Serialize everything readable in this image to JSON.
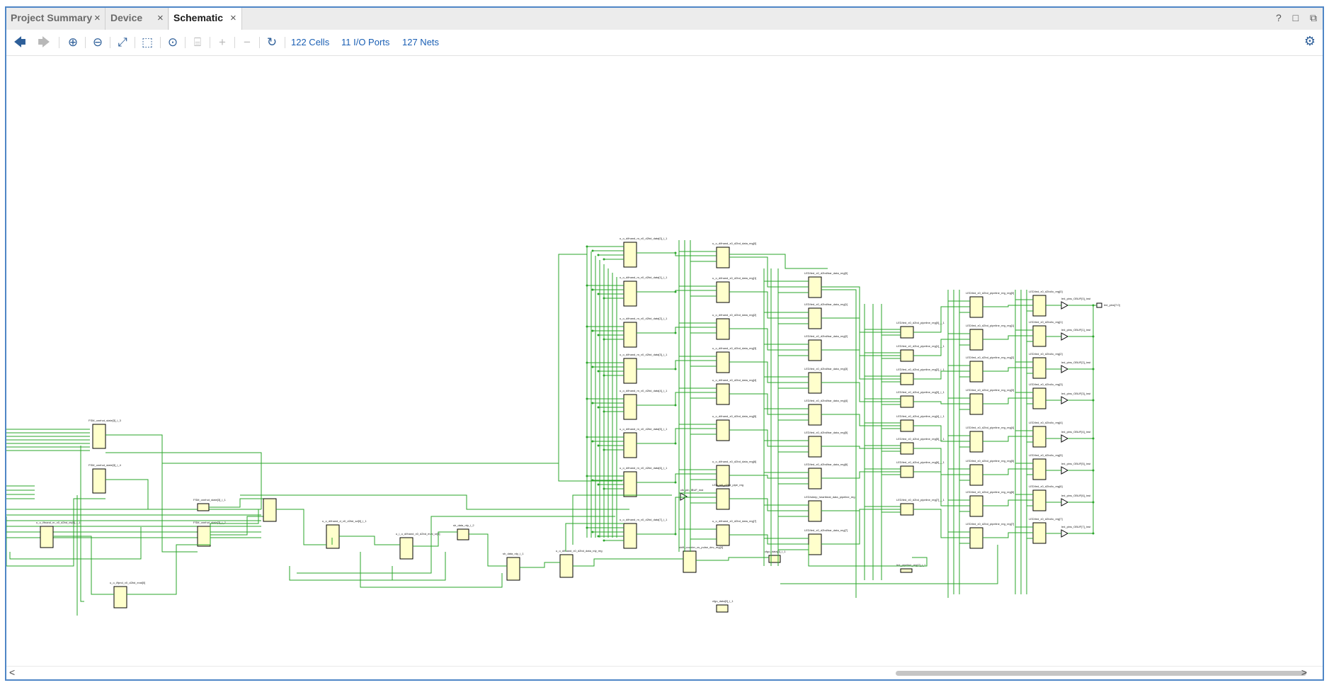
{
  "tabs": [
    {
      "label": "Project Summary",
      "close": "×"
    },
    {
      "label": "Device",
      "close": "×"
    },
    {
      "label": "Schematic",
      "close": "×"
    }
  ],
  "window_controls": [
    "?",
    "□",
    "⧉"
  ],
  "toolbar": {
    "buttons": [
      {
        "name": "back-icon",
        "glyph": "🡄"
      },
      {
        "name": "forward-icon",
        "glyph": "🡆"
      },
      {
        "name": "zoom-in-icon",
        "glyph": "⊕"
      },
      {
        "name": "zoom-out-icon",
        "glyph": "⊖"
      },
      {
        "name": "fit-view-icon",
        "glyph": "⤢"
      },
      {
        "name": "zoom-area-icon",
        "glyph": "⬚"
      },
      {
        "name": "select-area-icon",
        "glyph": "⊙"
      },
      {
        "name": "expand-cell-icon",
        "glyph": "⌸"
      },
      {
        "name": "add-icon",
        "glyph": "+"
      },
      {
        "name": "remove-icon",
        "glyph": "−"
      },
      {
        "name": "refresh-icon",
        "glyph": "↻"
      }
    ],
    "cells_link": "122 Cells",
    "ports_link": "11 I/O Ports",
    "nets_link": "127 Nets",
    "settings_icon": "⚙"
  },
  "scrollbar": {
    "left": "<",
    "right": ">"
  },
  "schematic": {
    "wire_color": "#2aa52a",
    "cell_fill": "#ffffcc",
    "left_labels": [
      "FSM_onehot_state[3]_i_3",
      "FSM_onehot_state[3]_i_4",
      "FSM_onehot_state[3]_i_1",
      "FSM_onehot_state[3]_i_2",
      "u_o_i/fnand_m_x0_d2bd_dv[0]_i_1",
      "u_o_i/fpnd_x0_d2bd_eval[0]"
    ],
    "mid_labels": [
      "u_o_d/fnand_d_x0_d2bd_sd[0]_i_1",
      "u_i_o_d/fnand_x0_d2bd_eval_sr[0]",
      "sh_data_rdy_i_2",
      "sh_data_rdy_i_1",
      "u_o_d/fnand_x0_d2bd_data_rdy_reg",
      "shift_counter_cs_pulse_dev_reg[4]"
    ],
    "col1_labels": [
      "u_o_d/fnand_m_x0_d2bd_data[0]_i_1",
      "u_o_d/fnand_m_x0_d2bd_data[1]_i_1",
      "u_o_d/fnand_m_x0_d2bd_data[2]_i_1",
      "u_o_d/fnand_m_x0_d2bd_data[3]_i_1",
      "u_o_d/fnand_m_x0_d2bd_data[4]_i_1",
      "u_o_d/fnand_m_x0_d2bd_data[5]_i_1",
      "u_o_d/fnand_m_x0_d2bd_data[6]_i_1",
      "u_o_d/fnand_m_x0_d2bd_data[7]_i_1",
      "LED_sel_d2bd_data_rdy_reg",
      "clk_pin_IBUF_inst"
    ],
    "col2_labels": [
      "u_o_d/fnand_x0_d2bd_data_reg[0]",
      "u_o_d/fnand_x0_d2bd_data_reg[1]",
      "u_o_d/fnand_x0_d2bd_data_reg[2]",
      "u_o_d/fnand_x0_d2bd_data_reg[3]",
      "u_o_d/fnand_x0_d2bd_data_reg[4]",
      "u_o_d/fnand_x0_d2bd_data_reg[5]",
      "u_o_d/fnand_x0_d2bd_data_reg[6]",
      "LED_sel_d2bd_pipe_reg",
      "u_o_d/fnand_x0_d2bd_data_reg[7]",
      "cfgo_data[0]_i_1"
    ],
    "col3_labels": [
      "LED/led_x0_d2bd/bar_data_reg[0]",
      "LED/led_x0_d2bd/bar_data_reg[1]",
      "LED/led_x0_d2bd/bar_data_reg[2]",
      "LED/led_x0_d2bd/bar_data_reg[3]",
      "LED/led_x0_d2bd/bar_data_reg[4]",
      "LED/led_x0_d2bd/bar_data_reg[5]",
      "LED/led_x0_d2bd/bar_data_reg[6]",
      "LED/sleep_heartbeat_data_pipeline_reg",
      "LED/led_x0_d2bd/bar_data_reg[7]"
    ],
    "col4_labels": [
      "LED/led_x0_d2bd_pipeline_reg[0]_i_1",
      "LED/led_x0_d2bd_pipeline_reg[1]_i_1",
      "LED/led_x0_d2bd_pipeline_reg[2]_i_1",
      "LED/led_x0_d2bd_pipeline_reg[3]_i_1",
      "LED/led_x0_d2bd_pipeline_reg[4]_i_1",
      "LED/led_x0_d2bd_pipeline_reg[5]_i_1",
      "LED/led_x0_d2bd_pipeline_reg[6]_i_1",
      "LED/led_x0_d2bd_pipeline_reg[7]_i_1",
      "led_pipeline_reg[7]_i_1"
    ],
    "col5_labels": [
      "LED/led_x0_d2bd_pipeline_reg_reg[0]",
      "LED/led_x0_d2bd_pipeline_reg_reg[1]",
      "LED/led_x0_d2bd_pipeline_reg_reg[2]",
      "LED/led_x0_d2bd_pipeline_reg_reg[3]",
      "LED/led_x0_d2bd_pipeline_reg_reg[4]",
      "LED/led_x0_d2bd_pipeline_reg_reg[5]",
      "LED/led_x0_d2bd_pipeline_reg_reg[6]",
      "LED/led_x0_d2bd_pipeline_reg_reg[7]"
    ],
    "col6_labels": [
      "LED/led_x0_d2bd/o_reg[0]",
      "LED/led_x0_d2bd/o_reg[1]",
      "LED/led_x0_d2bd/o_reg[2]",
      "LED/led_x0_d2bd/o_reg[3]",
      "LED/led_x0_d2bd/o_reg[4]",
      "LED/led_x0_d2bd/o_reg[5]",
      "LED/led_x0_d2bd/o_reg[6]",
      "LED/led_x0_d2bd/o_reg[7]"
    ],
    "out_labels": [
      "led_pins_OBUF[0]_inst",
      "led_pins_OBUF[1]_inst",
      "led_pins_OBUF[2]_inst",
      "led_pins_OBUF[3]_inst",
      "led_pins_OBUF[4]_inst",
      "led_pins_OBUF[5]_inst",
      "led_pins_OBUF[6]_inst",
      "led_pins_OBUF[7]_inst"
    ],
    "out_port": "led_pins[7:0]"
  }
}
